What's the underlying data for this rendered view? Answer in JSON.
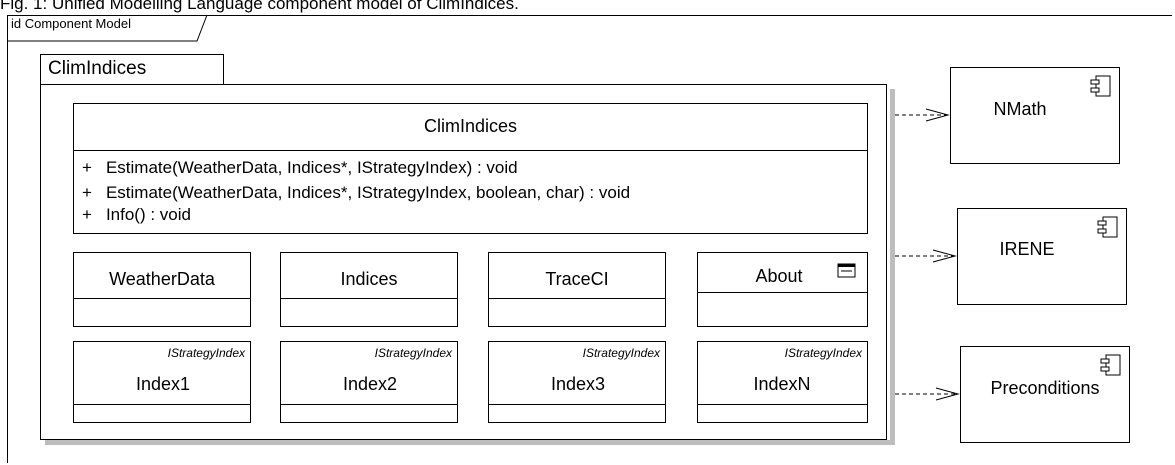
{
  "caption": "Fig. 1: Unified Modelling Language component model of ClimIndices.",
  "frame_label": "id Component Model",
  "package": {
    "name": "ClimIndices"
  },
  "main_class": {
    "name": "ClimIndices",
    "operations": [
      {
        "visibility": "+",
        "signature": "Estimate(WeatherData, Indices*, IStrategyIndex) : void"
      },
      {
        "visibility": "+",
        "signature": "Estimate(WeatherData, Indices*, IStrategyIndex, boolean, char) : void"
      },
      {
        "visibility": "+",
        "signature": "Info() : void"
      }
    ]
  },
  "parts": [
    {
      "name": "WeatherData"
    },
    {
      "name": "Indices"
    },
    {
      "name": "TraceCI"
    },
    {
      "name": "About",
      "icon": "window-icon"
    }
  ],
  "strategy_parts": [
    {
      "stereotype": "IStrategyIndex",
      "name": "Index1"
    },
    {
      "stereotype": "IStrategyIndex",
      "name": "Index2"
    },
    {
      "stereotype": "IStrategyIndex",
      "name": "Index3"
    },
    {
      "stereotype": "IStrategyIndex",
      "name": "IndexN"
    }
  ],
  "components": [
    {
      "name": "NMath",
      "icon": "component-icon"
    },
    {
      "name": "IRENE",
      "icon": "component-icon"
    },
    {
      "name": "Preconditions",
      "icon": "component-icon"
    }
  ],
  "dependency_style": "dashed open-arrow"
}
